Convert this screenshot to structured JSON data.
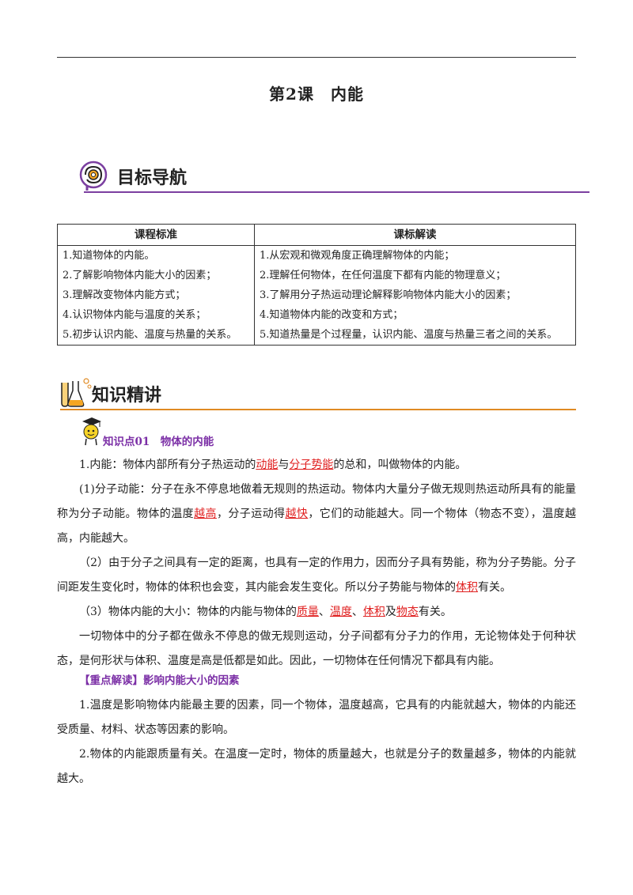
{
  "title": "第2课　内能",
  "section1": {
    "label": "目标导航",
    "icon": "brain-gear-icon"
  },
  "table": {
    "headers": [
      "课程标准",
      "课标解读"
    ],
    "rows": [
      [
        "1.知道物体的内能。",
        "1.从宏观和微观角度正确理解物体的内能；"
      ],
      [
        "2.了解影响物体内能大小的因素；",
        "2.理解任何物体，在任何温度下都有内能的物理意义；"
      ],
      [
        "3.理解改变物体内能方式；",
        "3.了解用分子热运动理论解释影响物体内能大小的因素；"
      ],
      [
        "4.认识物体内能与温度的关系；",
        "4.知道物体内能的改变和方式；"
      ],
      [
        "5.初步认识内能、温度与热量的关系。",
        "5.知道热量是个过程量，认识内能、温度与热量三者之间的关系。"
      ]
    ]
  },
  "section2": {
    "label": "知识精讲",
    "icon": "lab-flask-icon"
  },
  "knowledge_point": {
    "label": "知识点01　物体的内能",
    "icon": "graduate-mascot-icon"
  },
  "p1": {
    "a": "1.内能：物体内部所有分子热运动的",
    "r1": "动能",
    "b": "与",
    "r2": "分子势能",
    "c": "的总和，叫做物体的内能。"
  },
  "p2": {
    "a": "(1)分子动能：分子在永不停息地做着无规则的热运动。物体内大量分子做无规则热运动所具有的能量称为分子动能。物体的温度",
    "r1": "越高",
    "b": "，分子运动得",
    "r2": "越快",
    "c": "，它们的动能越大。同一个物体（物态不变），温度越高，内能越大。"
  },
  "p3": {
    "a": "（2）由于分子之间具有一定的距离，也具有一定的作用力，因而分子具有势能，称为分子势能。分子间距发生变化时，物体的体积也会变，其内能会发生变化。所以分子势能与物体的",
    "r1": "体积",
    "b": "有关。"
  },
  "p4": {
    "a": "（3）物体内能的大小：物体的内能与物体的",
    "r1": "质量",
    "s1": "、",
    "r2": "温度",
    "s2": "、",
    "r3": "体积",
    "s3": "及",
    "r4": "物态",
    "b": "有关。"
  },
  "p5": "一切物体中的分子都在做永不停息的做无规则运动，分子间都有分子力的作用，无论物体处于何种状态，是何形状与体积、温度是高是低都是如此。因此，一切物体在任何情况下都具有内能。",
  "focus": "【重点解读】影响内能大小的因素",
  "p6": "1.温度是影响物体内能最主要的因素，同一个物体，温度越高，它具有的内能就越大，物体的内能还受质量、材料、状态等因素的影响。",
  "p7": "2.物体的内能跟质量有关。在温度一定时，物体的质量越大，也就是分子的数量越多，物体的内能就越大。",
  "colors": {
    "purple": "#7b3fa0",
    "orange": "#e08a23",
    "red": "#e02020"
  }
}
